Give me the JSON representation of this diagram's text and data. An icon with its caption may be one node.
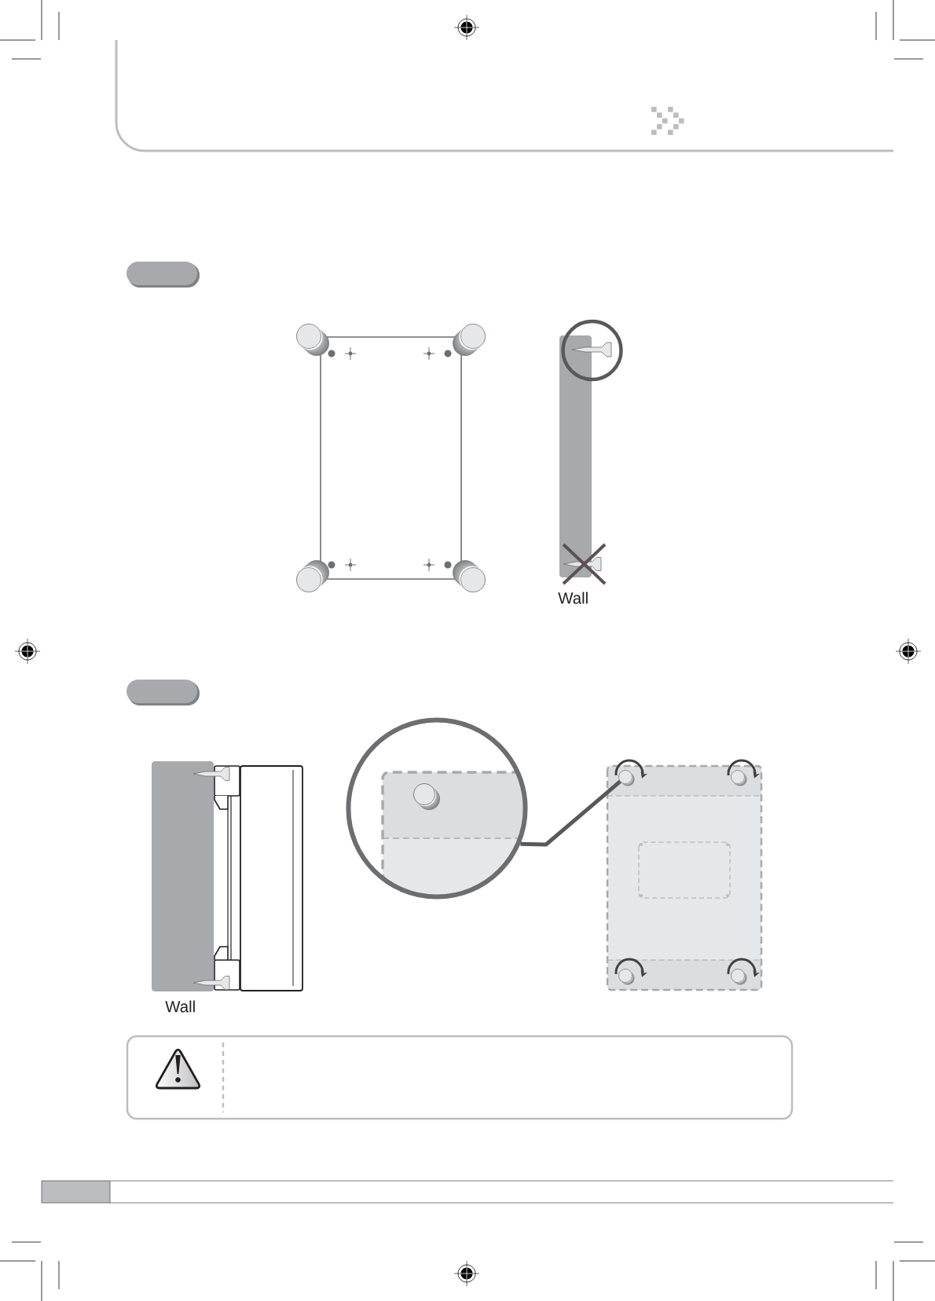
{
  "diagram": {
    "nodes": [
      {
        "text": [],
        "shape": "circle"
      },
      {
        "text": [],
        "shape": "circle"
      },
      {
        "text": [],
        "shape": "circle"
      },
      {
        "text": [],
        "shape": "circle"
      },
      {
        "text": [],
        "shape": "circle"
      }
    ],
    "edges": [
      {
        "from": 0,
        "to": 1,
        "arrow": "none"
      }
    ],
    "labels": [
      "Wall",
      "Wall"
    ]
  }
}
